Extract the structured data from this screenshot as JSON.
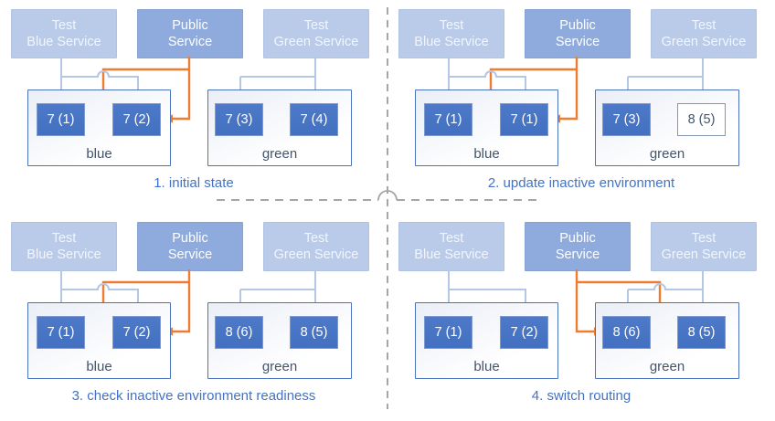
{
  "colors": {
    "accent_blue": "#4472C4",
    "light_blue": "#B4C7E7",
    "medium_blue": "#8FAADC",
    "orange": "#ED7D31",
    "divider_gray": "#A6A6A6",
    "slate_text": "#44546A"
  },
  "quadrants": [
    {
      "caption": "1. initial state",
      "services": [
        {
          "line1": "Test",
          "line2": "Blue Service"
        },
        {
          "line1": "Public",
          "line2": "Service"
        },
        {
          "line1": "Test",
          "line2": "Green Service"
        }
      ],
      "envs": [
        {
          "label": "blue",
          "pods": [
            {
              "label": "7 (1)",
              "state": "filled"
            },
            {
              "label": "7 (2)",
              "state": "filled"
            }
          ]
        },
        {
          "label": "green",
          "pods": [
            {
              "label": "7 (3)",
              "state": "filled"
            },
            {
              "label": "7 (4)",
              "state": "filled"
            }
          ]
        }
      ]
    },
    {
      "caption": "2. update inactive environment",
      "services": [
        {
          "line1": "Test",
          "line2": "Blue Service"
        },
        {
          "line1": "Public",
          "line2": "Service"
        },
        {
          "line1": "Test",
          "line2": "Green Service"
        }
      ],
      "envs": [
        {
          "label": "blue",
          "pods": [
            {
              "label": "7 (1)",
              "state": "filled"
            },
            {
              "label": "7 (1)",
              "state": "filled"
            }
          ]
        },
        {
          "label": "green",
          "pods": [
            {
              "label": "7 (3)",
              "state": "filled"
            },
            {
              "label": "8 (5)",
              "state": "outlined"
            }
          ]
        }
      ]
    },
    {
      "caption": "3. check inactive environment readiness",
      "services": [
        {
          "line1": "Test",
          "line2": "Blue Service"
        },
        {
          "line1": "Public",
          "line2": "Service"
        },
        {
          "line1": "Test",
          "line2": "Green Service"
        }
      ],
      "envs": [
        {
          "label": "blue",
          "pods": [
            {
              "label": "7 (1)",
              "state": "filled"
            },
            {
              "label": "7 (2)",
              "state": "filled"
            }
          ]
        },
        {
          "label": "green",
          "pods": [
            {
              "label": "8 (6)",
              "state": "filled"
            },
            {
              "label": "8 (5)",
              "state": "filled"
            }
          ]
        }
      ]
    },
    {
      "caption": "4. switch routing",
      "services": [
        {
          "line1": "Test",
          "line2": "Blue Service"
        },
        {
          "line1": "Public",
          "line2": "Service"
        },
        {
          "line1": "Test",
          "line2": "Green Service"
        }
      ],
      "envs": [
        {
          "label": "blue",
          "pods": [
            {
              "label": "7 (1)",
              "state": "filled"
            },
            {
              "label": "7 (2)",
              "state": "filled"
            }
          ]
        },
        {
          "label": "green",
          "pods": [
            {
              "label": "8 (6)",
              "state": "filled"
            },
            {
              "label": "8 (5)",
              "state": "filled"
            }
          ]
        }
      ]
    }
  ]
}
